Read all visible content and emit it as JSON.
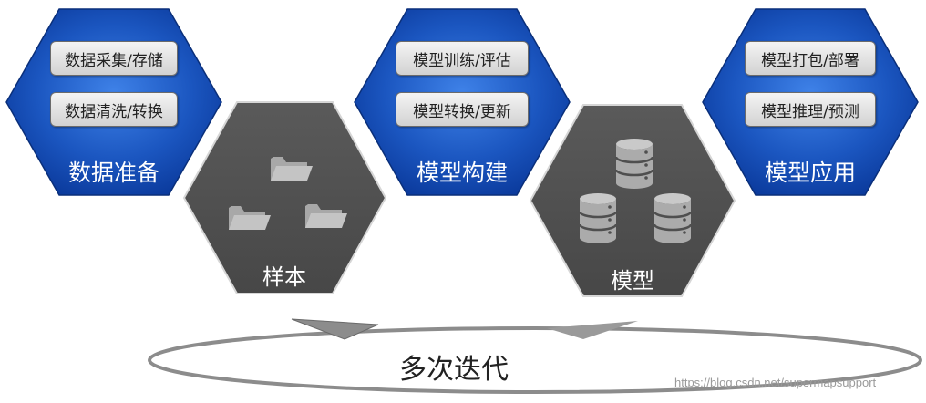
{
  "stages": [
    {
      "title": "数据准备",
      "items": [
        "数据采集/存储",
        "数据清洗/转换"
      ]
    },
    {
      "title": "模型构建",
      "items": [
        "模型训练/评估",
        "模型转换/更新"
      ]
    },
    {
      "title": "模型应用",
      "items": [
        "模型打包/部署",
        "模型推理/预测"
      ]
    }
  ],
  "artifacts": [
    {
      "label": "样本",
      "icon": "folder-icon"
    },
    {
      "label": "模型",
      "icon": "database-icon"
    }
  ],
  "loop": {
    "label": "多次迭代"
  },
  "watermark": "https://blog.csdn.net/supermapsupport",
  "colors": {
    "blue_hex_center": "#3a7ae0",
    "blue_hex_edge": "#0b3a9c",
    "gray_hex": "#4f4f4f",
    "icon_gray": "#a8a8a8"
  }
}
